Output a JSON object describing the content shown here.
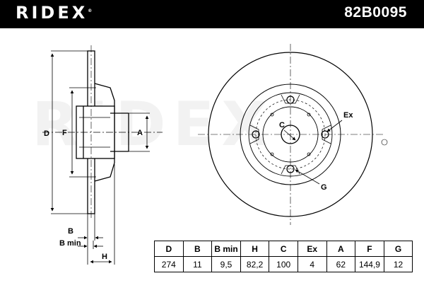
{
  "header": {
    "brand": "RIDEX",
    "part_number": "82B0095"
  },
  "watermark": "RIDEX",
  "side_view_labels": {
    "D": "D",
    "F": "F",
    "A": "A",
    "B": "B",
    "B_min": "B min",
    "H": "H"
  },
  "front_view_labels": {
    "C": "C",
    "Ex": "Ex",
    "G": "G"
  },
  "dimension_table": {
    "headers": [
      "D",
      "B",
      "B min",
      "H",
      "C",
      "Ex",
      "A",
      "F",
      "G"
    ],
    "values": [
      "274",
      "11",
      "9,5",
      "82,2",
      "100",
      "4",
      "62",
      "144,9",
      "12"
    ]
  }
}
